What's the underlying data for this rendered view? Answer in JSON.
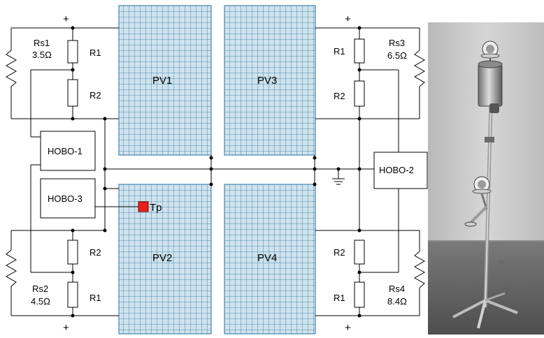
{
  "diagram": {
    "panels": [
      {
        "id": "pv1",
        "label": "PV1"
      },
      {
        "id": "pv2",
        "label": "PV2"
      },
      {
        "id": "pv3",
        "label": "PV3"
      },
      {
        "id": "pv4",
        "label": "PV4"
      }
    ],
    "loggers": {
      "hobo1": "HOBO-1",
      "hobo2": "HOBO-2",
      "hobo3": "HOBO-3"
    },
    "shunts": {
      "rs1_name": "Rs1",
      "rs1_value": "3.5Ω",
      "rs2_name": "Rs2",
      "rs2_value": "4.5Ω",
      "rs3_name": "Rs3",
      "rs3_value": "6.5Ω",
      "rs4_name": "Rs4",
      "rs4_value": "8.4Ω"
    },
    "resistors": {
      "r1": "R1",
      "r2": "R2"
    },
    "sensor": {
      "label": "Tp",
      "color": "#e8201c"
    },
    "terminal_symbol": "+",
    "panel_colors": {
      "fill": "#cfe3ee",
      "grid": "#2a6f9a"
    }
  },
  "photo": {
    "subject": "pyranometer-on-tripod-stand",
    "colors": {
      "wall": "#c9c9c9",
      "floor": "#6a6a6a",
      "metal": "#a8a8a8"
    }
  }
}
